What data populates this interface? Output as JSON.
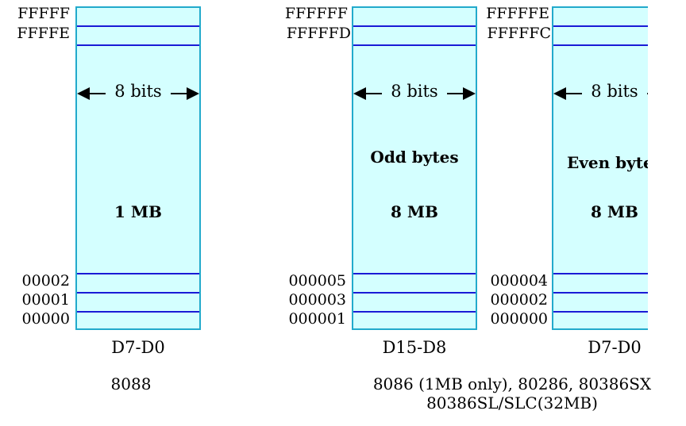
{
  "bank_8088": {
    "top_addrs": [
      "FFFFF",
      "FFFFE"
    ],
    "bottom_addrs": [
      "00002",
      "00001",
      "00000"
    ],
    "width_label": "8 bits",
    "size_label": "1 MB",
    "bus_label": "D7-D0",
    "cpu_label": "8088"
  },
  "bank_odd": {
    "top_addrs": [
      "FFFFFF",
      "FFFFFD"
    ],
    "bottom_addrs": [
      "000005",
      "000003",
      "000001"
    ],
    "width_label": "8 bits",
    "type_label": "Odd bytes",
    "size_label": "8 MB",
    "bus_label": "D15-D8"
  },
  "bank_even": {
    "top_addrs": [
      "FFFFFE",
      "FFFFFC"
    ],
    "bottom_addrs": [
      "000004",
      "000002",
      "000000"
    ],
    "width_label": "8 bits",
    "type_label": "Even bytes",
    "size_label": "8 MB",
    "bus_label": "D7-D0"
  },
  "cpu_group_16": {
    "line1": "8086 (1MB only), 80286, 80386SX",
    "line2": "80386SL/SLC(32MB)"
  },
  "colors": {
    "fill": "#d4ffff",
    "border": "#22aacc",
    "divider": "#1a1ad6"
  }
}
